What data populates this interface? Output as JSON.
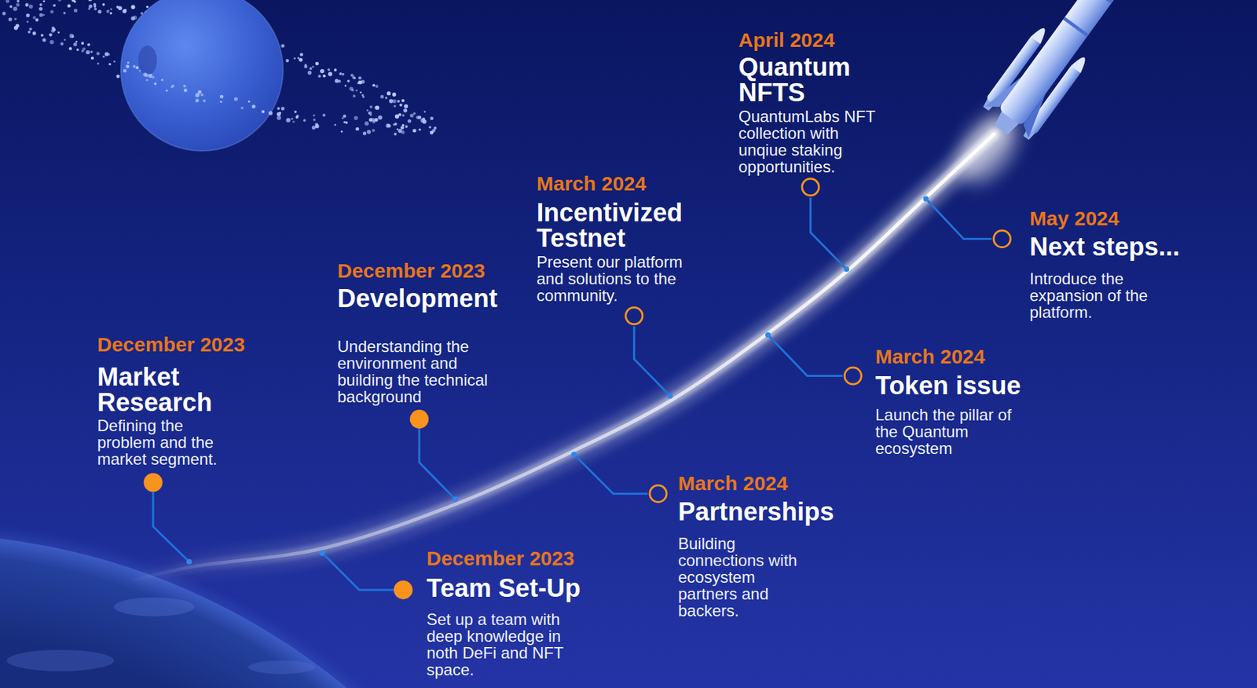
{
  "diagram": {
    "nodes": [
      {
        "text": [
          "December 2023",
          "Market Research",
          "Defining the problem and the market segment."
        ]
      },
      {
        "text": [
          "December 2023",
          "Team Set-Up",
          "Set up a team with deep knowledge in noth DeFi and NFT space."
        ]
      },
      {
        "text": [
          "December 2023",
          "Development",
          "Understanding the environment and building the technical background"
        ]
      },
      {
        "text": [
          "March 2024",
          "Partnerships",
          "Building connections with ecosystem partners and backers."
        ]
      },
      {
        "text": [
          "March 2024",
          "Incentivized Testnet",
          "Present our platform and solutions to the community."
        ]
      },
      {
        "text": [
          "March 2024",
          "Token issue",
          "Launch the pillar of the Quantum ecosystem"
        ]
      },
      {
        "text": [
          "April 2024",
          "Quantum NFTS",
          "QuantumLabs NFT collection with unqiue staking opportunities."
        ]
      },
      {
        "text": [
          "May 2024",
          "Next steps...",
          "Introduce the expansion of the platform."
        ]
      }
    ]
  }
}
